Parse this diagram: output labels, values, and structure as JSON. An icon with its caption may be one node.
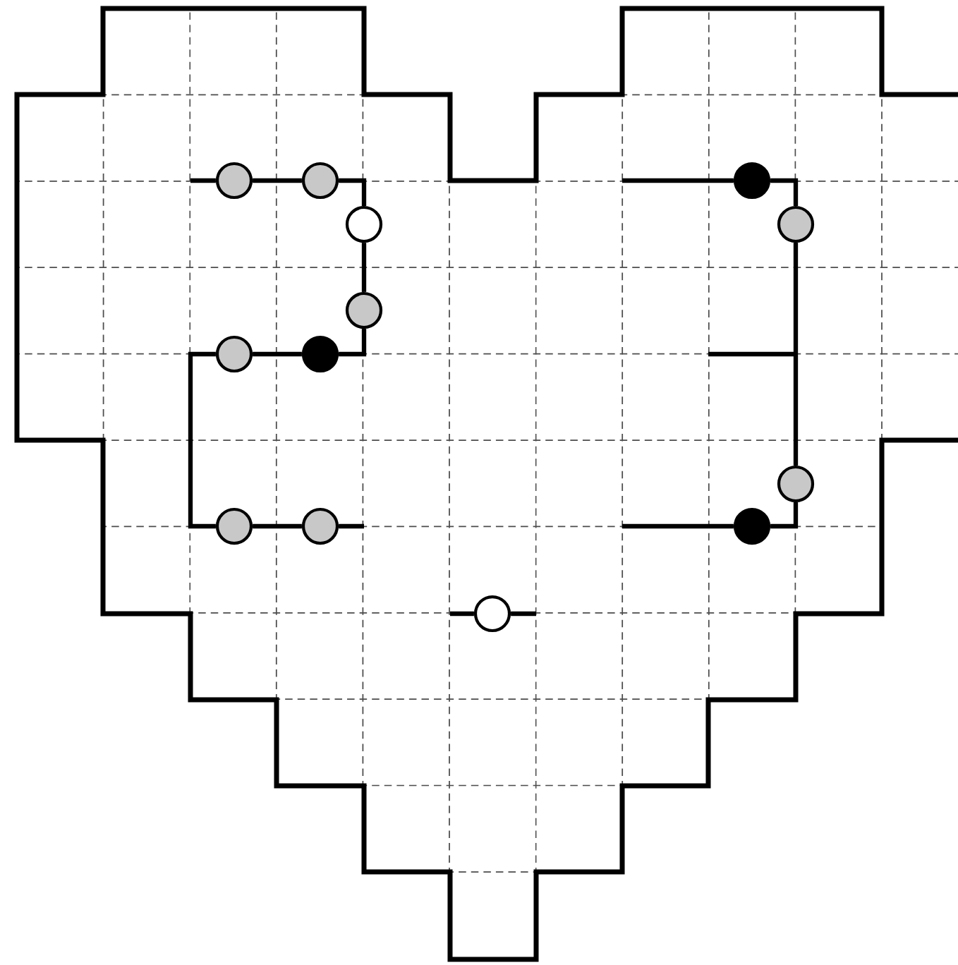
{
  "diagram": {
    "nodes": [
      {
        "text": [],
        "shape": "circle"
      },
      {
        "text": [],
        "shape": "circle"
      },
      {
        "text": [],
        "shape": "circle"
      },
      {
        "text": [],
        "shape": "circle"
      },
      {
        "text": [],
        "shape": "circle"
      },
      {
        "text": [],
        "shape": "circle"
      },
      {
        "text": [],
        "shape": "circle"
      },
      {
        "text": [],
        "shape": "circle"
      },
      {
        "text": [],
        "shape": "circle"
      },
      {
        "text": [],
        "shape": "circle"
      },
      {
        "text": [],
        "shape": "circle"
      },
      {
        "text": [],
        "shape": "circle"
      },
      {
        "text": [],
        "shape": "circle"
      }
    ],
    "edges": [
      {
        "from": null,
        "to": 0,
        "arrow": "none"
      },
      {
        "from": 0,
        "to": 1,
        "arrow": "none"
      },
      {
        "from": 1,
        "to": 3,
        "arrow": "none"
      },
      {
        "from": 3,
        "to": 5,
        "arrow": "none"
      },
      {
        "from": 5,
        "to": 7,
        "arrow": "none"
      },
      {
        "from": 7,
        "to": 6,
        "arrow": "none"
      },
      {
        "from": 6,
        "to": 9,
        "arrow": "none"
      },
      {
        "from": 9,
        "to": 10,
        "arrow": "none"
      },
      {
        "from": 10,
        "to": null,
        "arrow": "none"
      },
      {
        "from": null,
        "to": 12,
        "arrow": "none"
      },
      {
        "from": 12,
        "to": null,
        "arrow": "none"
      },
      {
        "from": null,
        "to": 2,
        "arrow": "none"
      },
      {
        "from": 2,
        "to": 4,
        "arrow": "none"
      },
      {
        "from": 4,
        "to": 8,
        "arrow": "none"
      },
      {
        "from": 8,
        "to": 11,
        "arrow": "none"
      },
      {
        "from": 11,
        "to": null,
        "arrow": "none"
      }
    ]
  }
}
